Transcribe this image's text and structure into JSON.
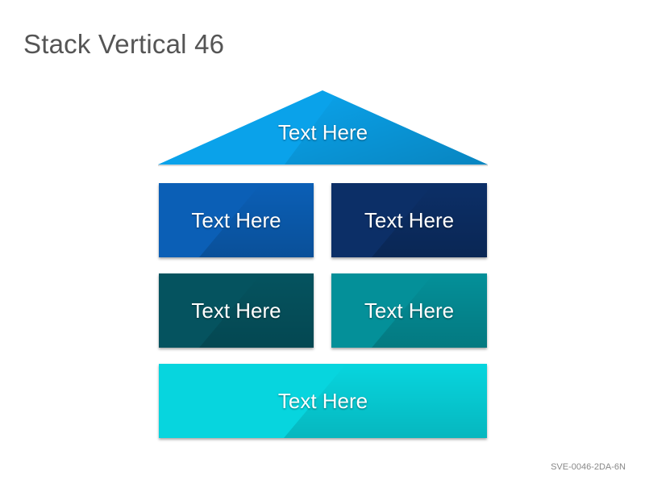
{
  "title": "Stack Vertical 46",
  "roof": {
    "label": "Text Here",
    "color": "#0aa2ea"
  },
  "blocks": [
    {
      "label": "Text Here",
      "color": "#0b5fb6"
    },
    {
      "label": "Text Here",
      "color": "#0c2f67"
    },
    {
      "label": "Text Here",
      "color": "#05535f"
    },
    {
      "label": "Text Here",
      "color": "#049099"
    },
    {
      "label": "Text Here",
      "color": "#07d5de"
    }
  ],
  "footer_code": "SVE-0046-2DA-6N"
}
